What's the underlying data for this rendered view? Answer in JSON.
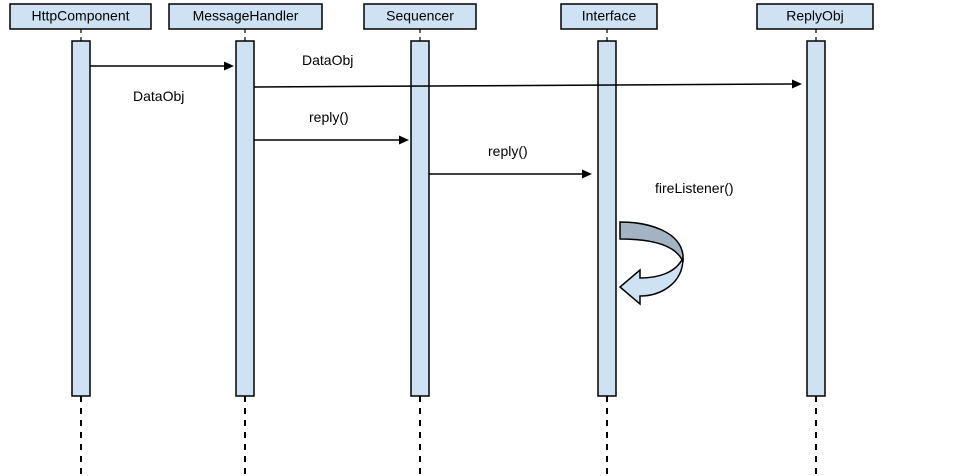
{
  "participants": [
    {
      "id": "http",
      "label": "HttpComponent"
    },
    {
      "id": "handler",
      "label": "MessageHandler"
    },
    {
      "id": "sequencer",
      "label": "Sequencer"
    },
    {
      "id": "interface",
      "label": "Interface"
    },
    {
      "id": "reply",
      "label": "ReplyObj"
    }
  ],
  "messages": [
    {
      "from": "HttpComponent",
      "to": "MessageHandler",
      "label": "DataObj"
    },
    {
      "from": "MessageHandler",
      "to": "ReplyObj",
      "label": "DataObj"
    },
    {
      "from": "MessageHandler",
      "to": "Sequencer",
      "label": "reply()"
    },
    {
      "from": "Sequencer",
      "to": "Interface",
      "label": "reply()"
    },
    {
      "from": "Interface",
      "to": "Interface",
      "label": "fireListener()"
    }
  ],
  "colors": {
    "header_fill": "#cfe2f3",
    "activation_fill": "#cfe2f3",
    "self_arrow_back": "#a3b3c3",
    "stroke": "#000000"
  }
}
